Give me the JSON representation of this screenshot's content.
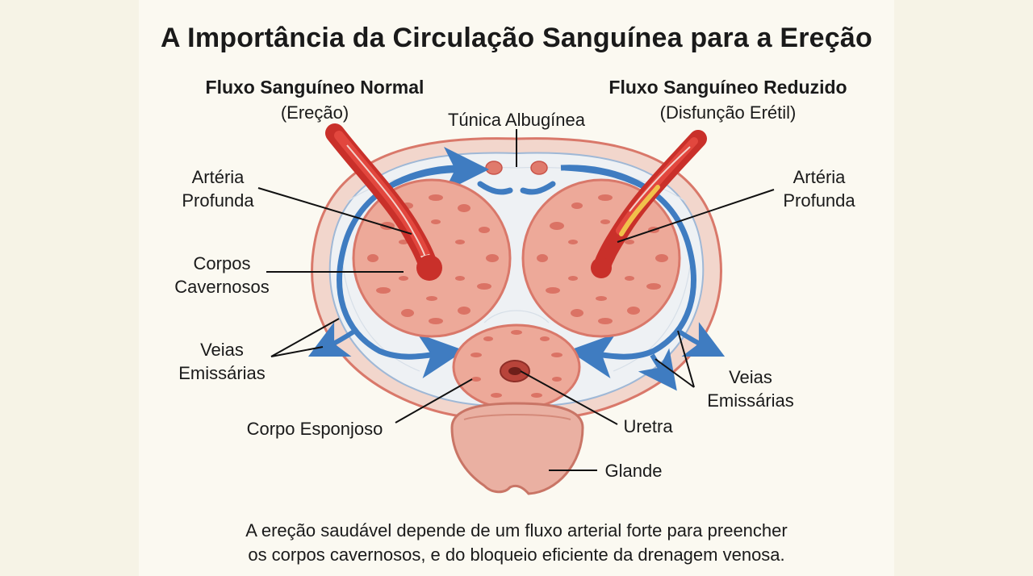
{
  "title": "A Importância da Circulação Sanguínea para a Ereção",
  "left_header": {
    "title": "Fluxo Sanguíneo Normal",
    "subtitle": "(Ereção)"
  },
  "right_header": {
    "title": "Fluxo Sanguíneo Reduzido",
    "subtitle": "(Disfunção Erétil)"
  },
  "labels": {
    "tunica": "Túnica Albugínea",
    "arteria_left_1": "Artéria",
    "arteria_left_2": "Profunda",
    "arteria_right_1": "Artéria",
    "arteria_right_2": "Profunda",
    "corpos_1": "Corpos",
    "corpos_2": "Cavernosos",
    "veias_left_1": "Veias",
    "veias_left_2": "Emissárias",
    "veias_right_1": "Veias",
    "veias_right_2": "Emissárias",
    "corpo_esponjoso": "Corpo Esponjoso",
    "uretra": "Uretra",
    "glande": "Glande"
  },
  "caption": {
    "line1": "A ereção saudável depende de um fluxo arterial forte para preencher",
    "line2": "os corpos cavernosos, e do bloqueio eficiente da drenagem venosa."
  },
  "colors": {
    "tissue": "#e9a08f",
    "tissue_dark": "#c9544a",
    "outline": "#d9786a",
    "artery": "#c9302a",
    "vein": "#3f7cc1",
    "plaque": "#f1c14b",
    "glans": "#eab0a2"
  }
}
